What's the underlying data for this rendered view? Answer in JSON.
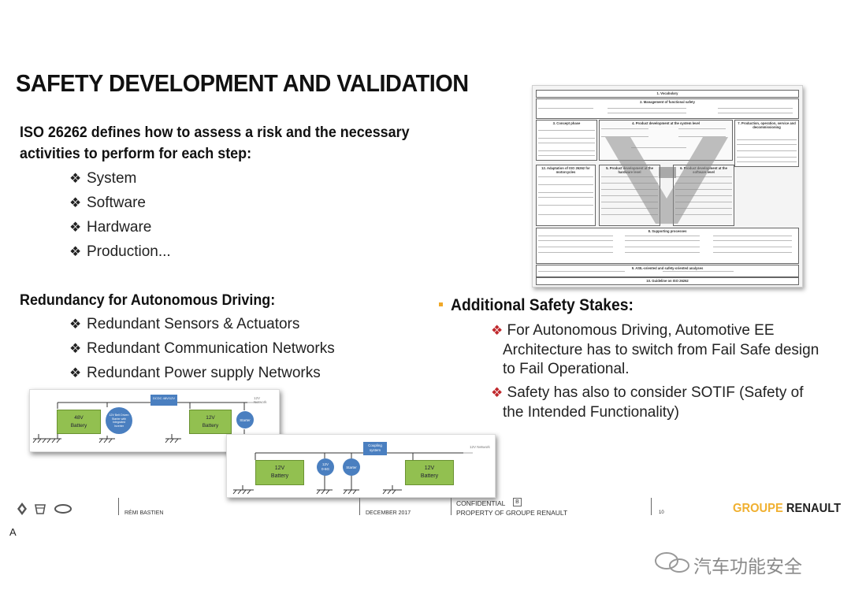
{
  "slide": {
    "title": "SAFETY DEVELOPMENT AND VALIDATION",
    "iso_intro_line1": "ISO 26262 defines how to assess a risk and the necessary",
    "iso_intro_line2": "activities to perform for each step:",
    "iso_steps": [
      "System",
      "Software",
      "Hardware",
      "Production..."
    ],
    "redundancy_heading": "Redundancy for Autonomous Driving:",
    "redundancy_items": [
      "Redundant Sensors & Actuators",
      "Redundant Communication Networks",
      "Redundant Power supply Networks"
    ],
    "bullet_glyph": "❖",
    "stakes_heading": "Additional Safety Stakes:",
    "stakes_items": [
      {
        "line1": " For Autonomous Driving, Automotive EE",
        "line2": "Architecture has to switch from Fail Safe design",
        "line3": "to Fail Operational."
      },
      {
        "line1": "Safety has also to consider SOTIF (Safety of",
        "line2": "the Intended Functionality)"
      }
    ]
  },
  "iso_figure": {
    "part1": "1. Vocabulary",
    "part2": "2. Management of functional safety",
    "part3": "3. Concept phase",
    "part4": "4. Product development at the system level",
    "part7": "7. Production, operation, service and decommissioning",
    "part12": "12. Adaptation of ISO 26262 for motorcycles",
    "part5": "5. Product development at the hardware level",
    "part6": "6. Product development at the software level",
    "part8": "8. Supporting processes",
    "part9": "9. ASIL-oriented and safety-oriented analyses",
    "part10": "10. Guideline on ISO 26262"
  },
  "diagram1": {
    "battery48_line1": "48V",
    "battery48_line2": "Battery",
    "starter_gen": "12V Belt Driven Starter with Integrated Inverter",
    "dcdc": "DCDC 48V/12V",
    "battery12_line1": "12V",
    "battery12_line2": "Battery",
    "starter": "Starter",
    "network": "12V Network"
  },
  "diagram2": {
    "battery_a_line1": "12V",
    "battery_a_line2": "Battery",
    "node1_line1": "12V",
    "node1_line2": "0-6G",
    "starter": "Starter",
    "coupling": "Coupling system",
    "battery_b_line1": "12V",
    "battery_b_line2": "Battery",
    "network": "12V Network"
  },
  "footer": {
    "author": "RÉMI BASTIEN",
    "date": "DECEMBER 2017",
    "confidential": "CONFIDENTIAL",
    "conf_badge": "B",
    "property": "PROPERTY OF GROUPE RENAULT",
    "page": "10",
    "brand_part1": "GROUPE",
    "brand_part2": "RENAULT",
    "corner_letter": "A",
    "watermark": "汽车功能安全"
  },
  "colors": {
    "accent_yellow": "#f0a828",
    "bullet_red": "#c0282c",
    "battery_green": "#92c050",
    "node_blue": "#4a7fc0"
  }
}
